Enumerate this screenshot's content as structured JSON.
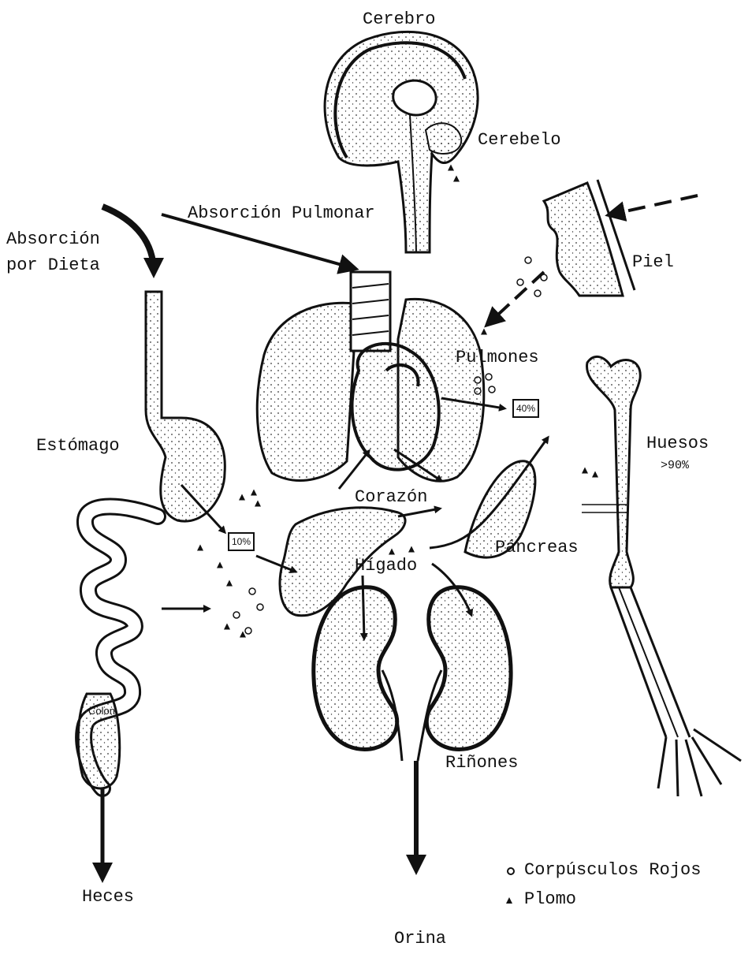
{
  "labels": {
    "cerebro": "Cerebro",
    "cerebelo": "Cerebelo",
    "absorcion_pulmonar": "Absorción Pulmonar",
    "absorcion_line1": "Absorción",
    "absorcion_line2": "por Dieta",
    "piel": "Piel",
    "pulmones": "Pulmones",
    "estomago": "Estómago",
    "huesos": "Huesos",
    "huesos_pct": ">90%",
    "corazon": "Corazón",
    "pancreas": "Páncreas",
    "higado": "Hígado",
    "colon": "Colon",
    "rinones": "Riñones",
    "heces": "Heces",
    "orina": "Orina"
  },
  "boxes": {
    "pulmones_pct": "40%",
    "estomago_pct": "10%"
  },
  "legend": {
    "red_cells": "Corpúsculos Rojos",
    "lead": "Plomo"
  },
  "icons": [
    "brain-icon",
    "skin-icon",
    "lungs-icon",
    "heart-icon",
    "stomach-icon",
    "intestine-icon",
    "liver-icon",
    "pancreas-icon",
    "kidneys-icon",
    "arm-bone-icon"
  ]
}
